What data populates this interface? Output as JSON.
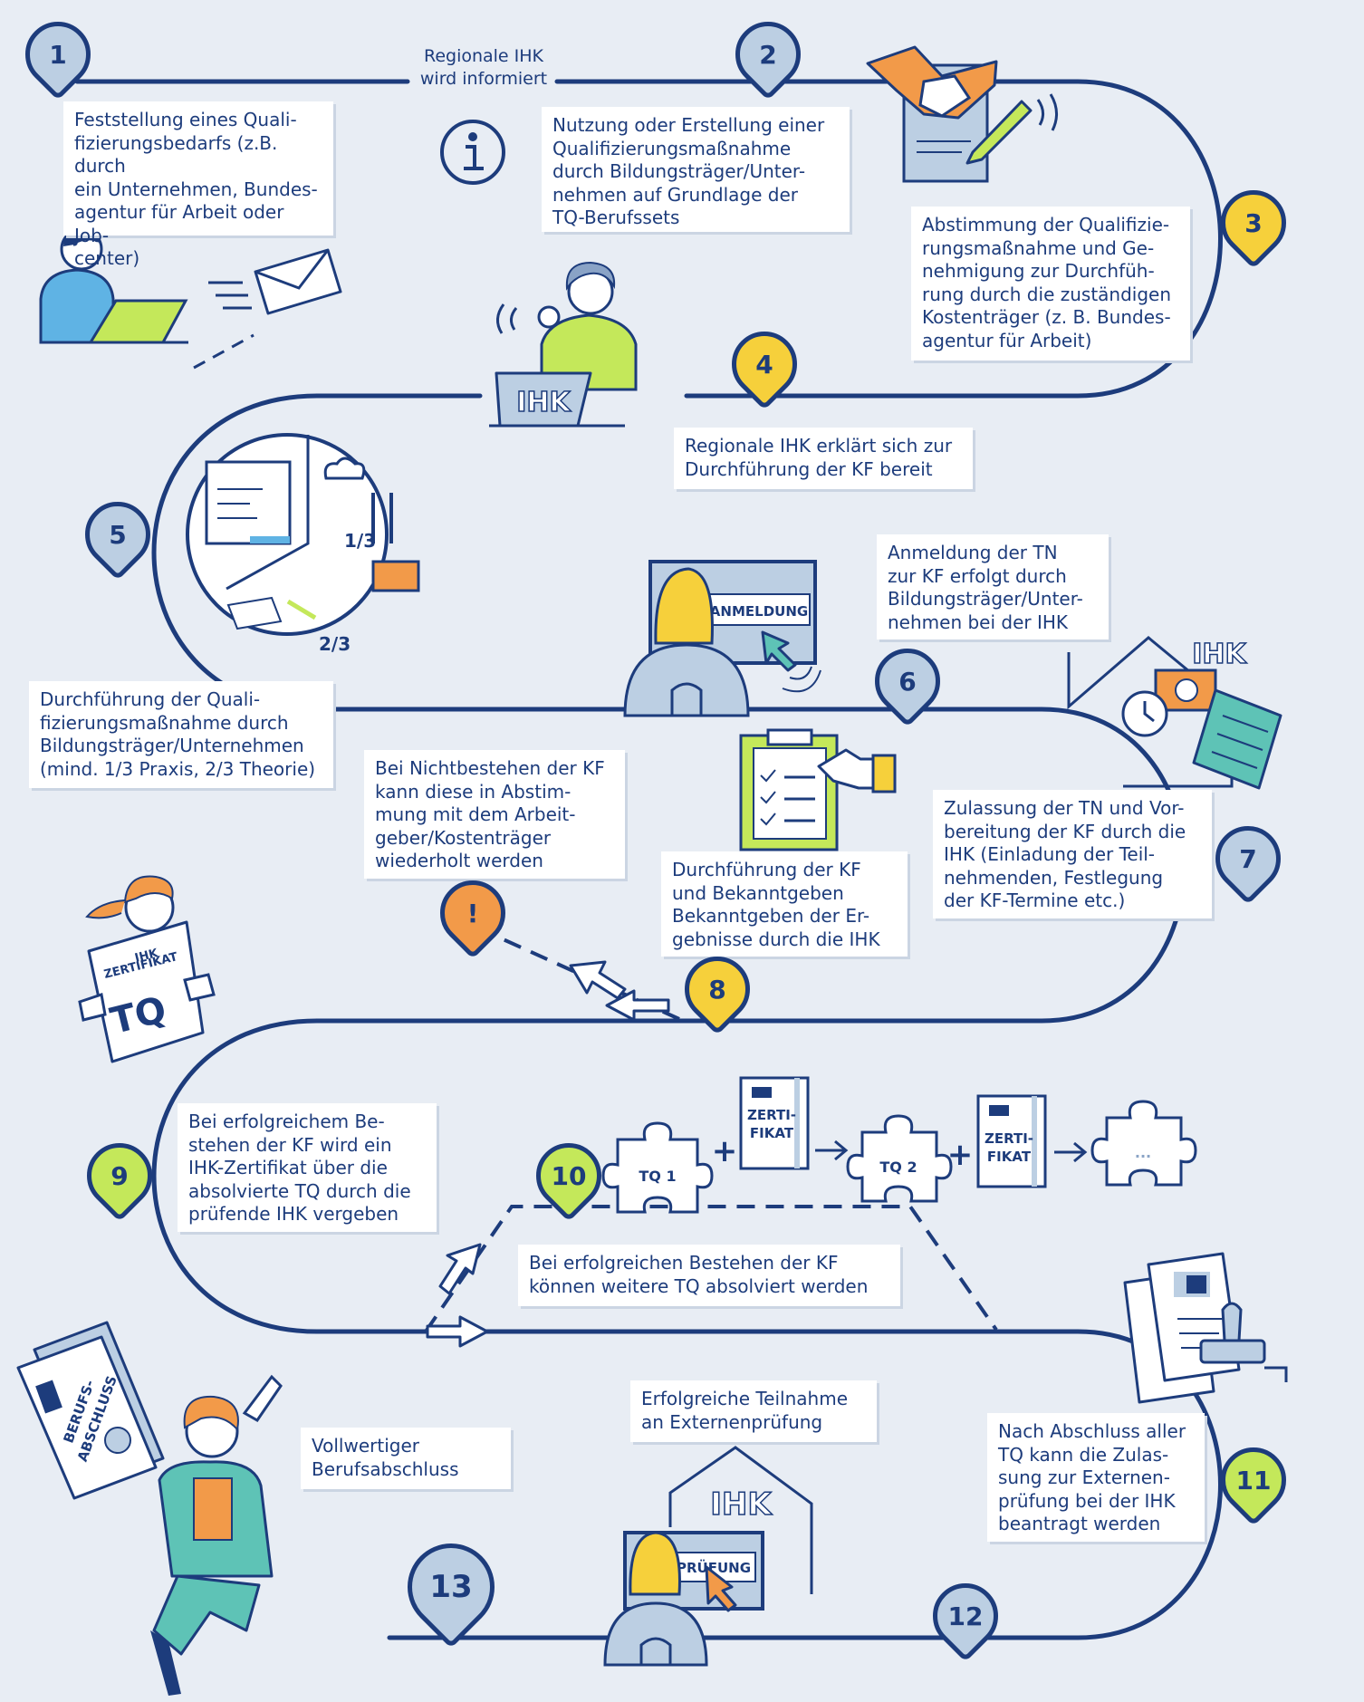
{
  "steps": [
    {
      "n": "1",
      "text": "Feststellung eines Quali-\nfizierungsbedarfs (z.B. durch\nein Unternehmen, Bundes-\nagentur für Arbeit oder Job-\ncenter)"
    },
    {
      "n": "2",
      "text": "Nutzung oder Erstellung einer\nQualifizierungsmaßnahme\ndurch Bildungsträger/Unter-\nnehmen auf Grundlage der\nTQ-Berufssets"
    },
    {
      "n": "3",
      "text": "Abstimmung der Qualifizie-\nrungsmaßnahme und Ge-\nnehmigung zur Durchfüh-\nrung durch die zuständigen\nKostenträger (z. B. Bundes-\nagentur für Arbeit)"
    },
    {
      "n": "4",
      "text": "Regionale IHK erklärt sich zur\nDurchführung der KF bereit"
    },
    {
      "n": "5",
      "text": "Durchführung der Quali-\nfizierungsmaßnahme durch\nBildungsträger/Unternehmen\n(mind. 1/3 Praxis, 2/3 Theorie)"
    },
    {
      "n": "6",
      "text": "Anmeldung der TN\nzur KF erfolgt durch\nBildungsträger/Unter-\nnehmen bei der IHK"
    },
    {
      "n": "7",
      "text": "Zulassung der TN und Vor-\nbereitung der KF durch die\nIHK (Einladung der Teil-\nnehmenden, Festlegung\nder KF-Termine etc.)"
    },
    {
      "n": "8",
      "text": "Durchführung der KF\nund Bekanntgeben\nBekanntgeben der Er-\ngebnisse durch die IHK"
    },
    {
      "n": "9",
      "text": "Bei erfolgreichem Be-\nstehen der KF wird ein\nIHK-Zertifikat über die\nabsolvierte TQ durch die\nprüfende IHK vergeben"
    },
    {
      "n": "10",
      "text": "Bei erfolgreichen Bestehen der KF\nkönnen weitere TQ absolviert werden"
    },
    {
      "n": "11",
      "text": "Nach Abschluss aller\nTQ kann die Zulas-\nsung zur Externen-\nprüfung bei der IHK\nbeantragt werden"
    },
    {
      "n": "12",
      "text": "Erfolgreiche Teilnahme\nan Externenprüfung"
    },
    {
      "n": "13",
      "text": "Vollwertiger\nBerufsabschluss"
    }
  ],
  "notes": {
    "regional_info": "Regionale IHK\nwird informiert",
    "fail_badge": "!",
    "fail_text": "Bei Nichtbestehen der KF\nkann diese in Abstim-\nmung mit dem Arbeit-\ngeber/Kostenträger\nwiederholt werden"
  },
  "illustration_text": {
    "ihk": "IHK",
    "anmeldung": "ANMELDUNG",
    "one_third": "1/3",
    "two_thirds": "2/3",
    "ihk_zertifikat_1": "IHK",
    "ihk_zertifikat_2": "ZERTIFIKAT",
    "tq_logo": "TQ",
    "tq1": "TQ 1",
    "tq2": "TQ 2",
    "zerti_1": "ZERTI-",
    "zerti_2": "FIKAT",
    "ellipsis": "...",
    "plus": "+",
    "pruefung": "PRÜFUNG",
    "berufsabschluss_1": "BERUFS-",
    "berufsabschluss_2": "ABSCHLUSS"
  },
  "colors": {
    "navy": "#1d3c7c",
    "background": "#e8edf4",
    "badge_blue": "#bccfe3",
    "badge_yellow": "#f6d03b",
    "badge_green": "#c4e85a",
    "badge_orange": "#f29a49",
    "accent_teal": "#5ec3b6"
  }
}
